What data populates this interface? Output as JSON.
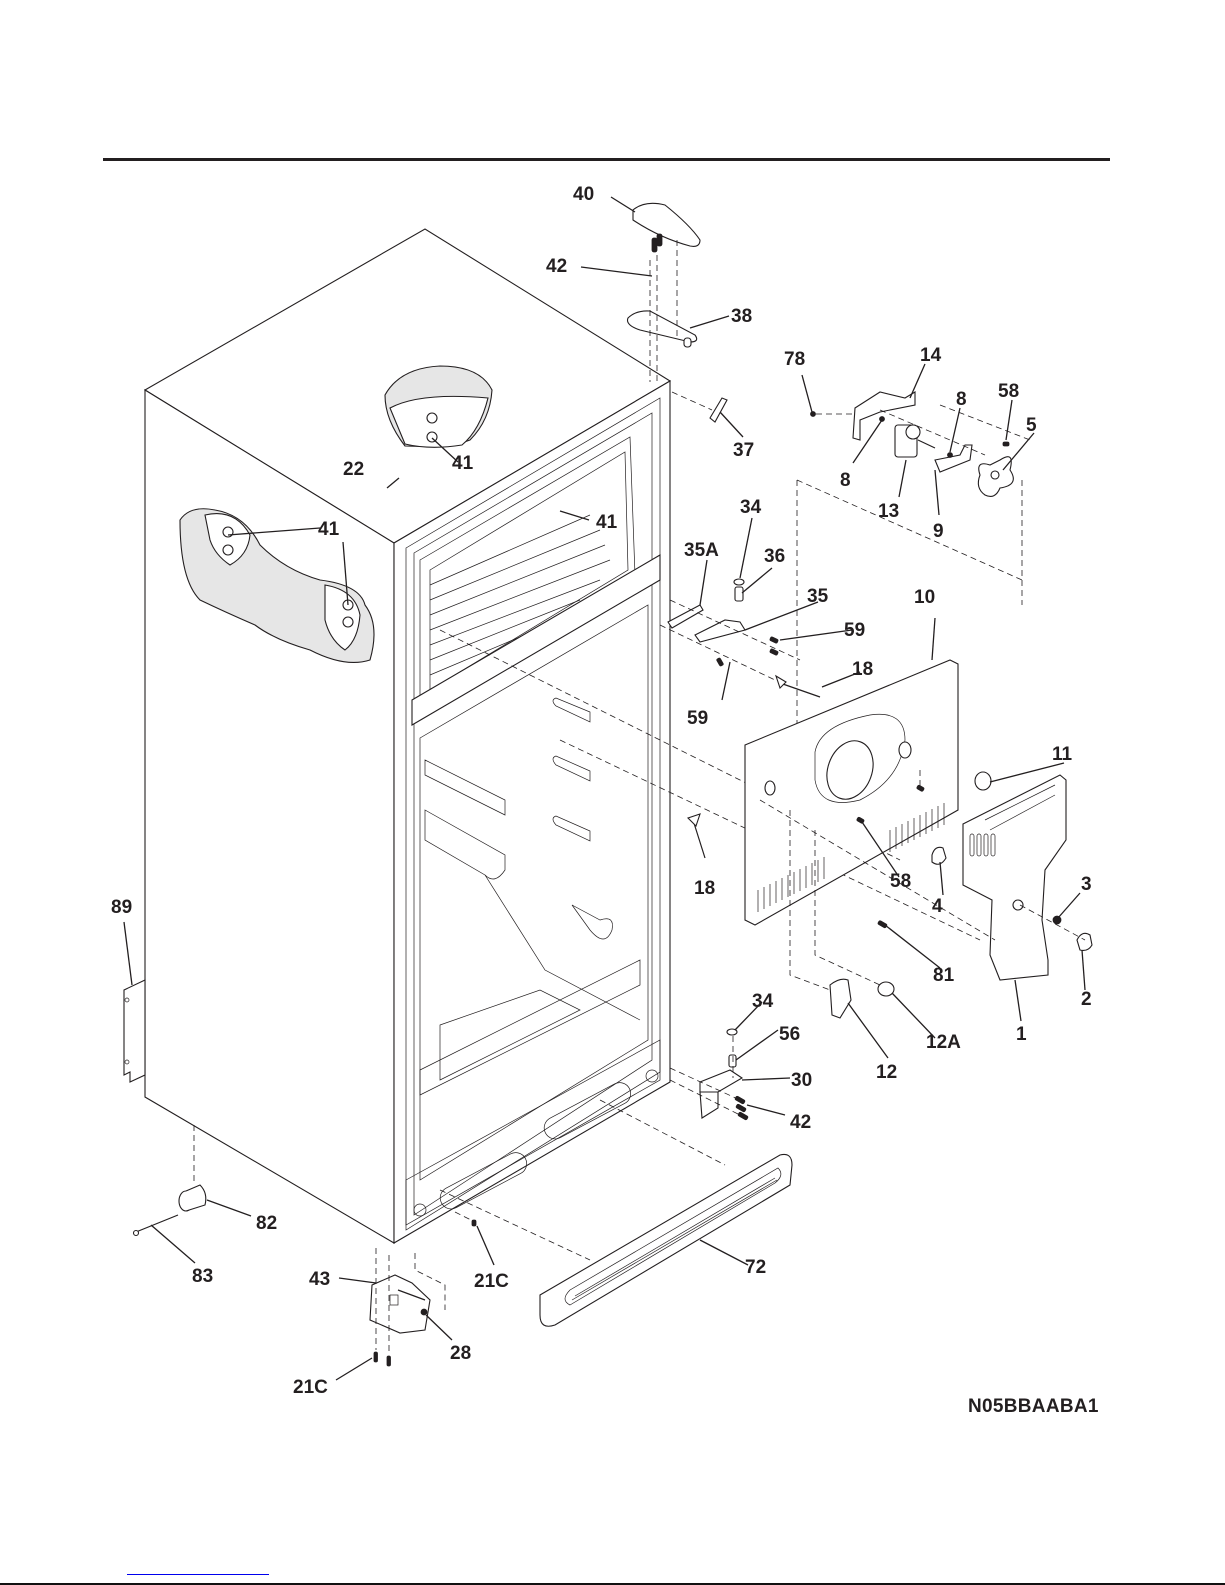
{
  "diagram": {
    "title": "",
    "drawing_code": "N05BBAABA1",
    "subject": "Refrigerator cabinet exploded parts view",
    "callouts": [
      {
        "id": "40",
        "label": "40",
        "part": "hinge-cover"
      },
      {
        "id": "42a",
        "label": "42",
        "part": "hinge-screw-top"
      },
      {
        "id": "38",
        "label": "38",
        "part": "top-hinge"
      },
      {
        "id": "37",
        "label": "37",
        "part": "hinge-shim"
      },
      {
        "id": "78",
        "label": "78",
        "part": "screw"
      },
      {
        "id": "14",
        "label": "14",
        "part": "fan-motor-bracket"
      },
      {
        "id": "8a",
        "label": "8",
        "part": "grommet"
      },
      {
        "id": "8b",
        "label": "8",
        "part": "grommet"
      },
      {
        "id": "58a",
        "label": "58",
        "part": "screw"
      },
      {
        "id": "5",
        "label": "5",
        "part": "fan-blade"
      },
      {
        "id": "13",
        "label": "13",
        "part": "evaporator-fan-motor"
      },
      {
        "id": "9",
        "label": "9",
        "part": "motor-bracket"
      },
      {
        "id": "41a",
        "label": "41",
        "part": "plug-button"
      },
      {
        "id": "41b",
        "label": "41",
        "part": "plug-button"
      },
      {
        "id": "41c",
        "label": "41",
        "part": "plug-button"
      },
      {
        "id": "22",
        "label": "22",
        "part": "plug"
      },
      {
        "id": "34a",
        "label": "34",
        "part": "washer"
      },
      {
        "id": "35A",
        "label": "35A",
        "part": "center-hinge-left"
      },
      {
        "id": "36",
        "label": "36",
        "part": "hinge-pin"
      },
      {
        "id": "35",
        "label": "35",
        "part": "center-hinge"
      },
      {
        "id": "59a",
        "label": "59",
        "part": "screw"
      },
      {
        "id": "59b",
        "label": "59",
        "part": "screw"
      },
      {
        "id": "18a",
        "label": "18",
        "part": "shelf-support"
      },
      {
        "id": "18b",
        "label": "18",
        "part": "shelf-support"
      },
      {
        "id": "10",
        "label": "10",
        "part": "evaporator-cover"
      },
      {
        "id": "11",
        "label": "11",
        "part": "light-lens"
      },
      {
        "id": "58b",
        "label": "58",
        "part": "screw"
      },
      {
        "id": "4",
        "label": "4",
        "part": "light-socket"
      },
      {
        "id": "3",
        "label": "3",
        "part": "nut"
      },
      {
        "id": "1",
        "label": "1",
        "part": "control-housing"
      },
      {
        "id": "2",
        "label": "2",
        "part": "control-knob"
      },
      {
        "id": "81",
        "label": "81",
        "part": "screw"
      },
      {
        "id": "12",
        "label": "12",
        "part": "light-switch"
      },
      {
        "id": "12A",
        "label": "12A",
        "part": "light-bulb-cover"
      },
      {
        "id": "89",
        "label": "89",
        "part": "side-bracket"
      },
      {
        "id": "34b",
        "label": "34",
        "part": "washer"
      },
      {
        "id": "56",
        "label": "56",
        "part": "hinge-pin"
      },
      {
        "id": "30",
        "label": "30",
        "part": "bottom-hinge"
      },
      {
        "id": "42b",
        "label": "42",
        "part": "hinge-screw-bottom"
      },
      {
        "id": "82",
        "label": "82",
        "part": "roller"
      },
      {
        "id": "83",
        "label": "83",
        "part": "roller-axle"
      },
      {
        "id": "21Ca",
        "label": "21C",
        "part": "screw"
      },
      {
        "id": "21Cb",
        "label": "21C",
        "part": "screw"
      },
      {
        "id": "43",
        "label": "43",
        "part": "leveling-bracket"
      },
      {
        "id": "28",
        "label": "28",
        "part": "leveling-screw"
      },
      {
        "id": "72",
        "label": "72",
        "part": "toe-grille"
      }
    ]
  }
}
